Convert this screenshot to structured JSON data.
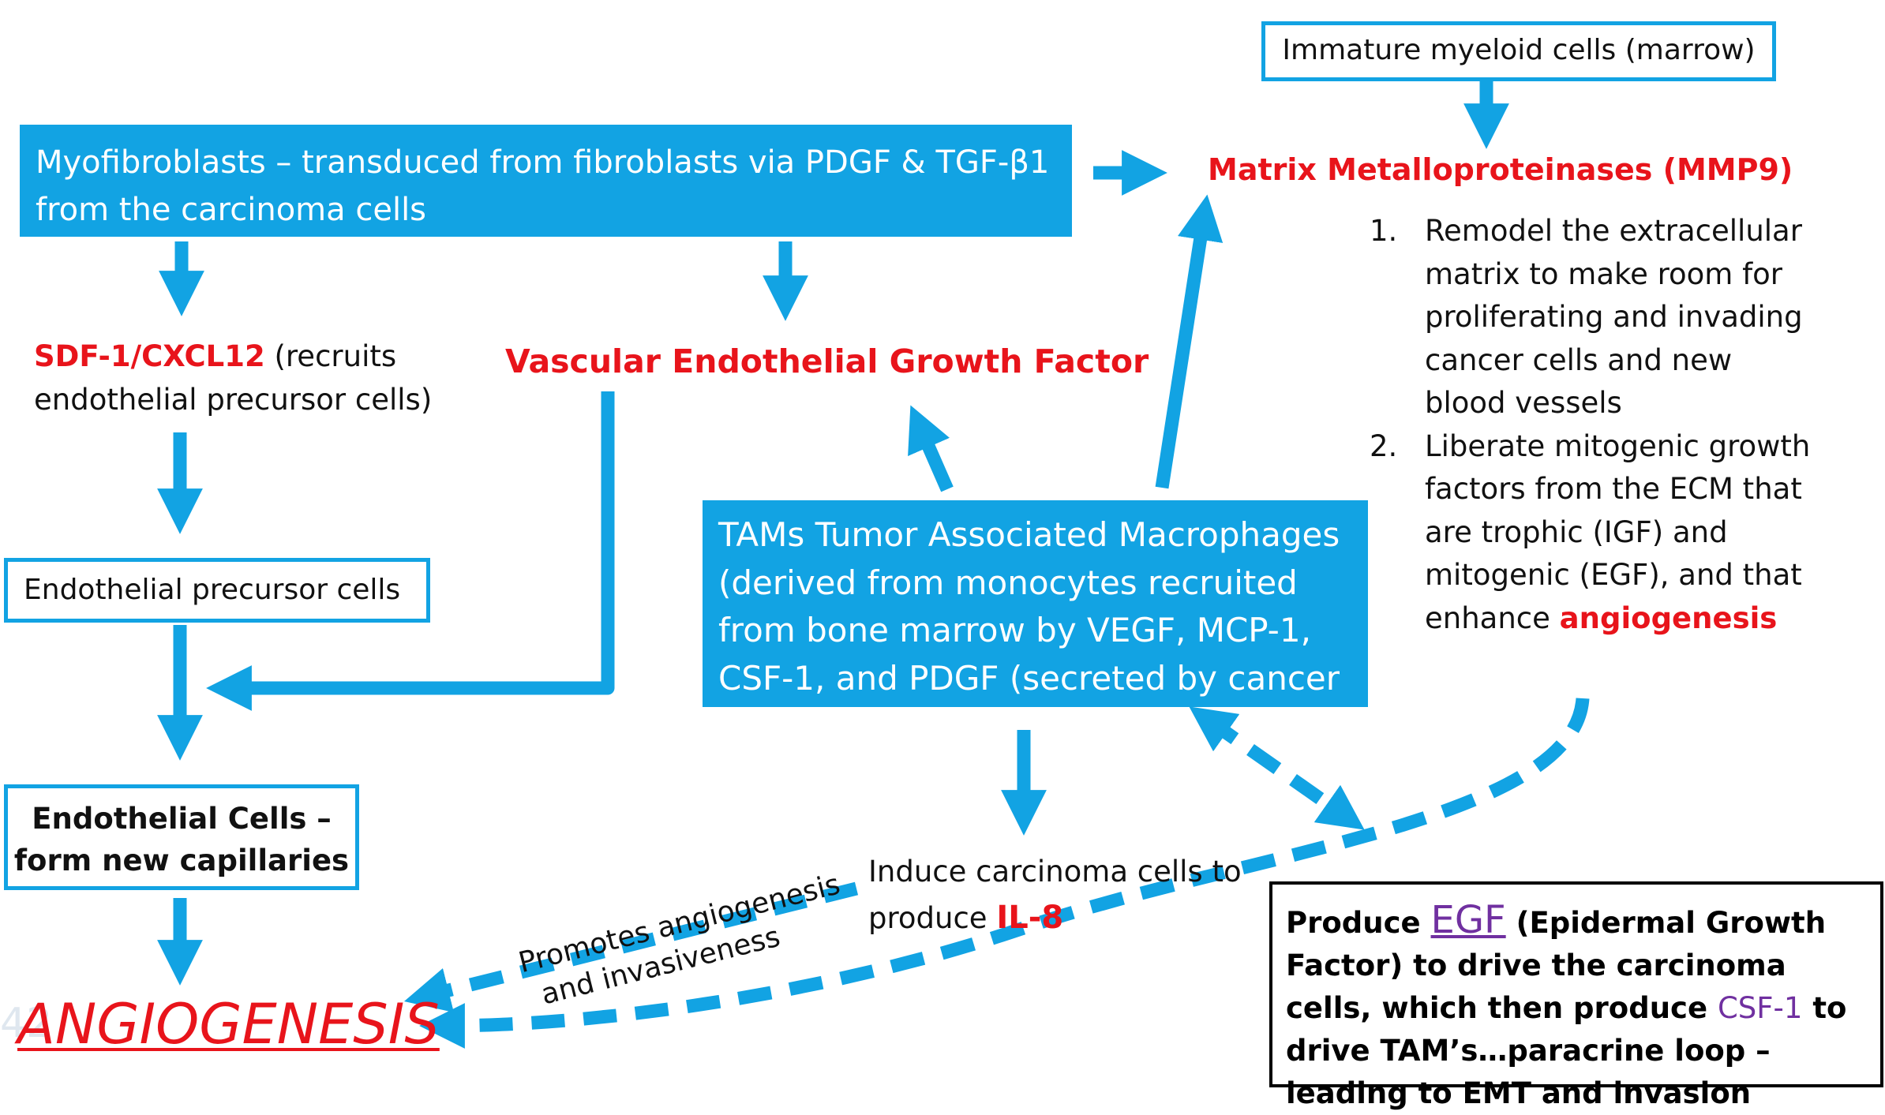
{
  "myofibroblasts": "Myofibroblasts –  transduced from fibroblasts via PDGF & TGF-β1 from the carcinoma cells",
  "immature_myeloid": "Immature myeloid cells (marrow)",
  "mmp9": "Matrix Metalloproteinases (MMP9)",
  "mmp_list": [
    {
      "num": "1.",
      "text": "Remodel the extracellular matrix to make room for proliferating and invading cancer cells and new blood vessels"
    },
    {
      "num": "2.",
      "text": "Liberate mitogenic growth factors from the ECM that are trophic (IGF) and mitogenic (EGF), and that enhance",
      "highlight": "angiogenesis"
    }
  ],
  "sdf1": {
    "name": "SDF-1/CXCL12",
    "desc": "(recruits endothelial precursor cells)"
  },
  "vegf": "Vascular Endothelial Growth Factor",
  "endothelial_precursor": "Endothelial precursor cells",
  "tams": "TAMs Tumor Associated Macrophages (derived from monocytes recruited from bone marrow by VEGF,   MCP-1, CSF-1, and PDGF (secreted by cancer cell )",
  "endothelial_cells_line1": "Endothelial Cells –",
  "endothelial_cells_line2": "form new capillaries",
  "il8": {
    "prefix": "Induce carcinoma cells to produce",
    "highlight": "IL-8"
  },
  "promotes": {
    "line1": "Promotes angiogenesis",
    "line2": "and invasiveness"
  },
  "egf_box": {
    "produce": "Produce",
    "egf": "EGF",
    "egf_desc": "(Epidermal Growth Factor) to drive the carcinoma cells, which then produce",
    "csf1": "CSF-1",
    "rest": "to drive TAM’s…paracrine loop – leading to EMT and invasion"
  },
  "angiogenesis": "ANGIOGENESIS",
  "page_number": "42",
  "colors": {
    "blue": "#12a3e3",
    "red": "#e8141b",
    "purple": "#7030a0"
  }
}
